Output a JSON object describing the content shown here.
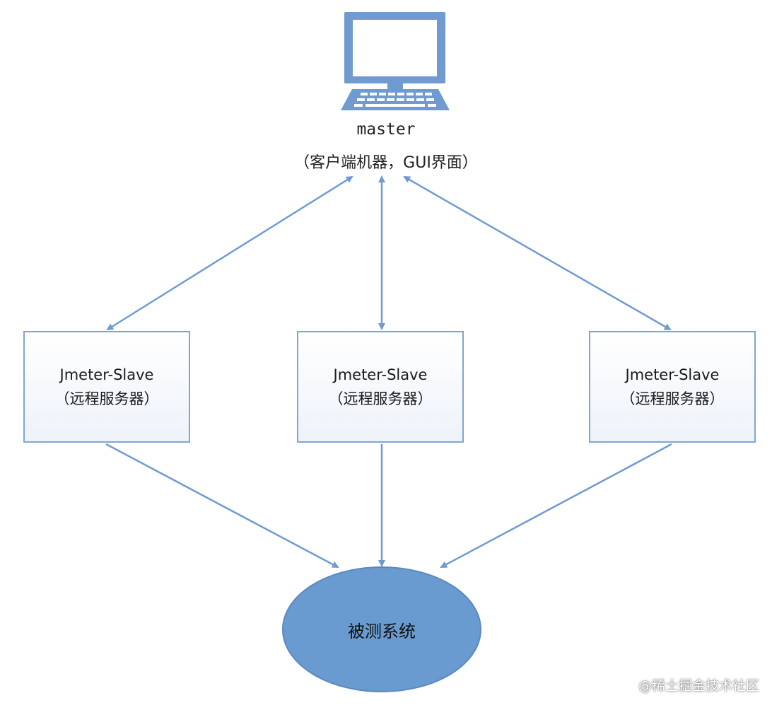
{
  "master": {
    "title": "master",
    "subtitle": "（客户端机器，GUI界面）",
    "icon": "desktop-computer-icon"
  },
  "slaves": [
    {
      "name": "Jmeter-Slave",
      "role": "（远程服务器）"
    },
    {
      "name": "Jmeter-Slave",
      "role": "（远程服务器）"
    },
    {
      "name": "Jmeter-Slave",
      "role": "（远程服务器）"
    }
  ],
  "target": {
    "label": "被测系统"
  },
  "watermark": "@稀土掘金技术社区",
  "colors": {
    "arrow": "#6f9bd1",
    "box_border": "#7ea6d4",
    "ellipse_fill": "#6a9bd0",
    "monitor": "#6f9bd1"
  }
}
